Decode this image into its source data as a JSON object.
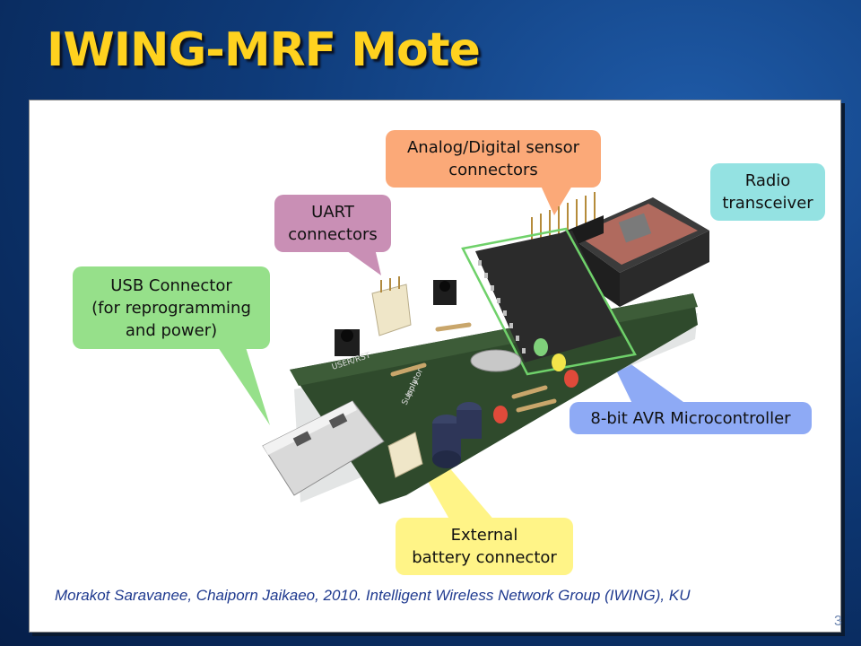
{
  "title": "IWING-MRF Mote",
  "slide_number": "3",
  "callouts": {
    "usb": "USB Connector\n(for reprogramming\nand power)",
    "uart": "UART\nconnectors",
    "sensor": "Analog/Digital sensor\nconnectors",
    "radio": "Radio\ntransceiver",
    "mcu": "8-bit AVR Microcontroller",
    "battery": "External\nbattery connector"
  },
  "board_silkscreen": {
    "user": "USER/RST",
    "supply": "Supply\nIsolator"
  },
  "credit": "Morakot Saravanee, Chaiporn Jaikaeo, 2010. Intelligent Wireless Network Group (IWING), KU",
  "colors": {
    "title": "#ffd21f",
    "usb_callout": "#96e08a",
    "uart_callout": "#c98fb5",
    "sensor_callout": "#fba978",
    "radio_callout": "#94e2e2",
    "mcu_callout": "#8eaaf5",
    "battery_callout": "#fff487",
    "credit_text": "#1f3a8f"
  }
}
